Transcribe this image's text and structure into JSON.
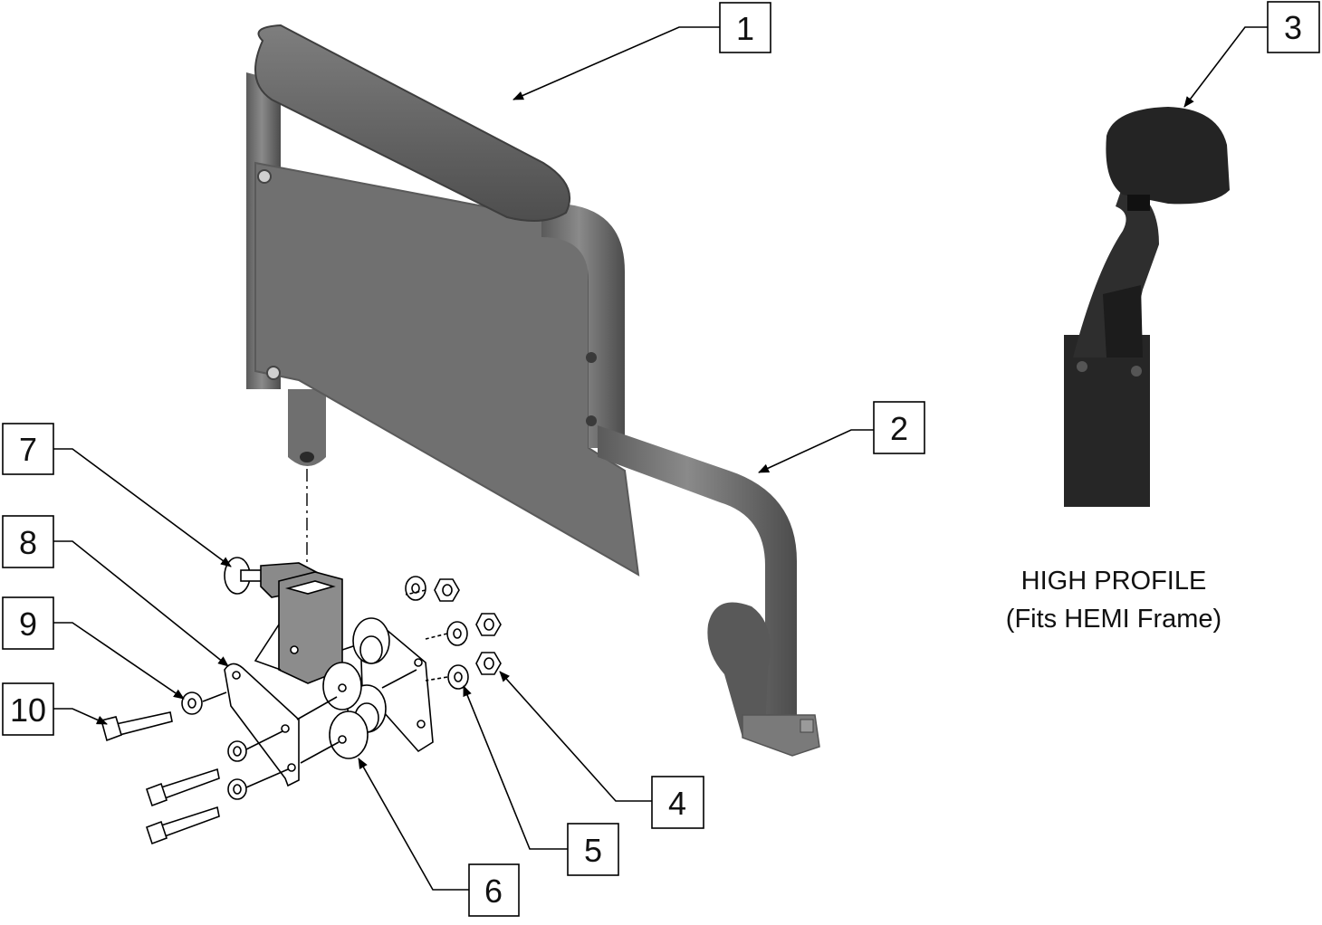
{
  "colors": {
    "background": "#ffffff",
    "part_dark": "#4a4a4a",
    "part_mid": "#6e6e6e",
    "part_light": "#8e8e8e",
    "inset_dark": "#1e1e1e",
    "line": "#000000"
  },
  "callouts": [
    {
      "label": "1"
    },
    {
      "label": "2"
    },
    {
      "label": "3"
    },
    {
      "label": "4"
    },
    {
      "label": "5"
    },
    {
      "label": "6"
    },
    {
      "label": "7"
    },
    {
      "label": "8"
    },
    {
      "label": "9"
    },
    {
      "label": "10"
    }
  ],
  "inset": {
    "caption_line1": "HIGH PROFILE",
    "caption_line2": "(Fits HEMI Frame)"
  }
}
